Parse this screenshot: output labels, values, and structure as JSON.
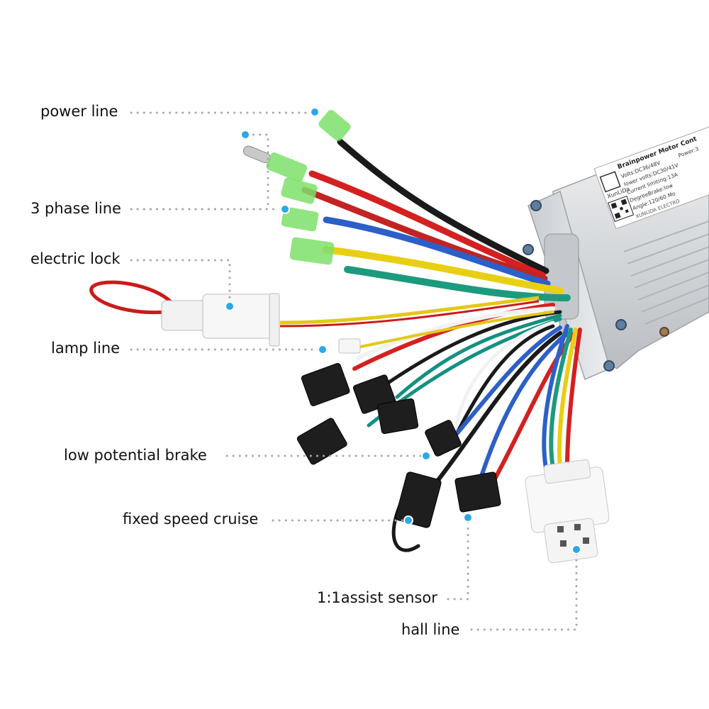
{
  "labels": {
    "power_line": "power line",
    "phase_line": "3 phase line",
    "electric_lock": "electric lock",
    "lamp_line": "lamp line",
    "low_potential_brake": "low potential brake",
    "fixed_speed_cruise": "fixed speed cruise",
    "assist_sensor": "1:1assist sensor",
    "hall_line": "hall line"
  },
  "sticker": {
    "brand": "XunLiDa",
    "title": "Brainpower Motor Cont",
    "volts": "Volts:DC36/48V",
    "power": "Power:3",
    "lower_volts": "lower volts:DC30/41V",
    "current": "Current limiting:13A",
    "degree": "DegreeBrake:low",
    "angle": "Angle:120/60 Mo",
    "maker": "XUNLIDA ELECTRO"
  },
  "colors": {
    "marker": "#2aa8e8",
    "leader": "#a8a8a8",
    "housing": "#d9dcdf"
  }
}
